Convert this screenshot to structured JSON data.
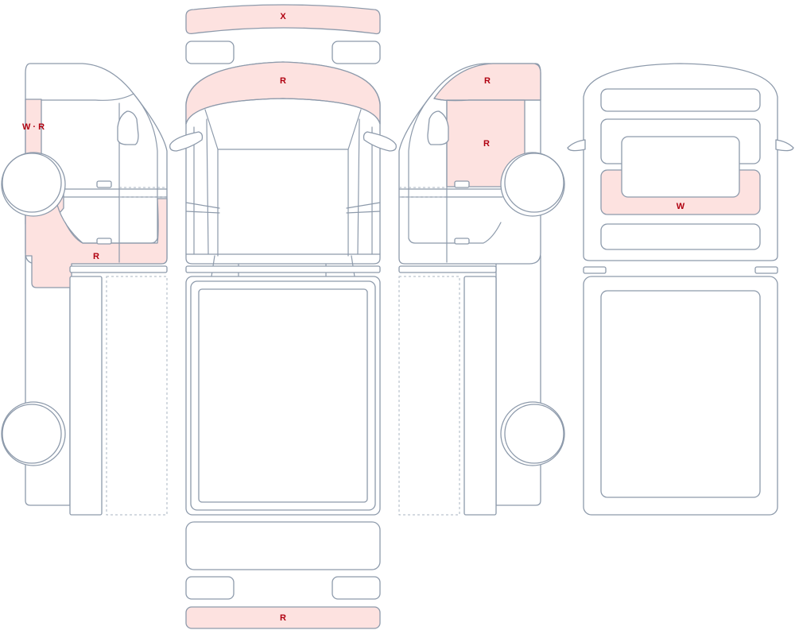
{
  "damage_marks": {
    "front_bumper": "X",
    "bonnet": "R",
    "left_front_wing": "W · R",
    "left_front_door": "R",
    "right_roof_pillar": "R",
    "right_front_door": "R",
    "rear_window_panel": "W",
    "rear_bumper": "R"
  },
  "colors": {
    "damage_fill": "#fde2e0",
    "outline": "#8d9aab",
    "label": "#b00010"
  }
}
